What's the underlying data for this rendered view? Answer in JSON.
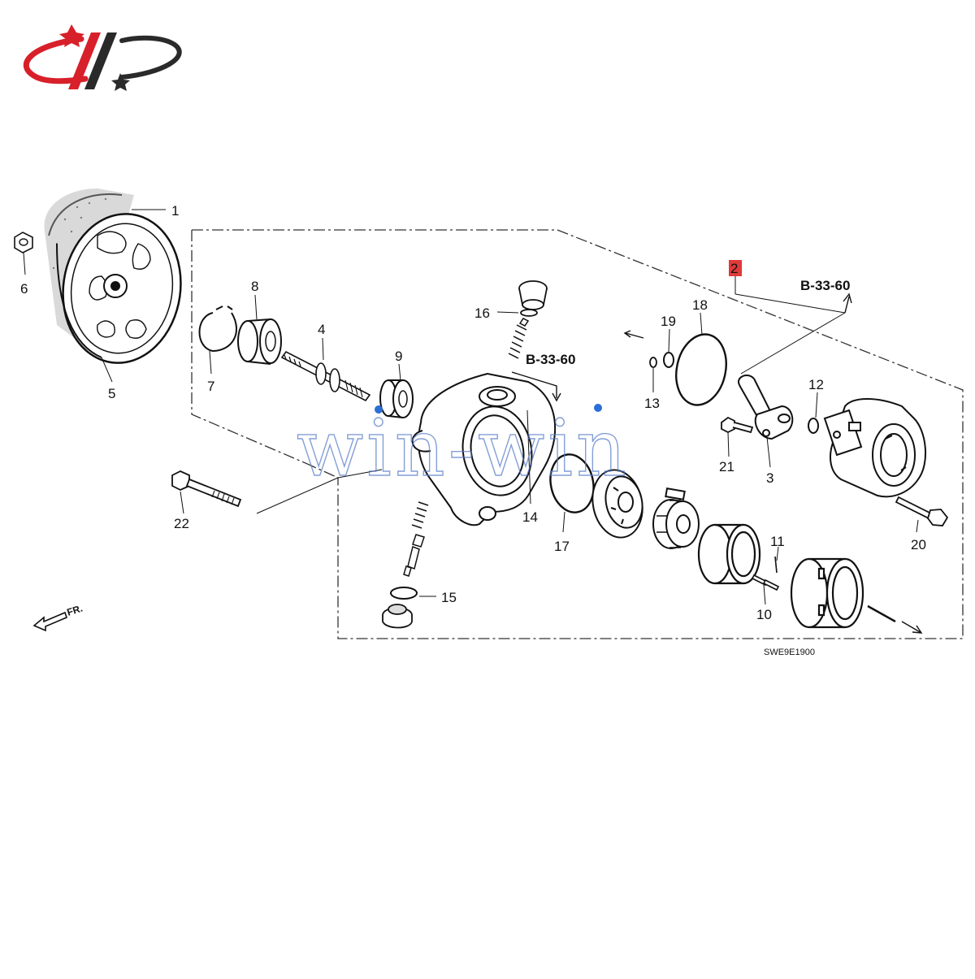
{
  "logo": {
    "name": "brand-logo",
    "colors": {
      "primary": "#d8202a",
      "secondary": "#222222"
    }
  },
  "watermark": "win-win",
  "labels": {
    "p1": "1",
    "p2": "2",
    "p3": "3",
    "p4": "4",
    "p5": "5",
    "p6": "6",
    "p7": "7",
    "p8": "8",
    "p9": "9",
    "p10": "10",
    "p11": "11",
    "p12": "12",
    "p13": "13",
    "p14": "14",
    "p15": "15",
    "p16": "16",
    "p17": "17",
    "p18": "18",
    "p19": "19",
    "p20": "20",
    "p21": "21",
    "p22": "22"
  },
  "references": {
    "ref_a": "B-33-60",
    "ref_b": "B-33-60"
  },
  "direction": "FR.",
  "diagram_code": "SWE9E1900",
  "highlight_color": "#e03a3a"
}
